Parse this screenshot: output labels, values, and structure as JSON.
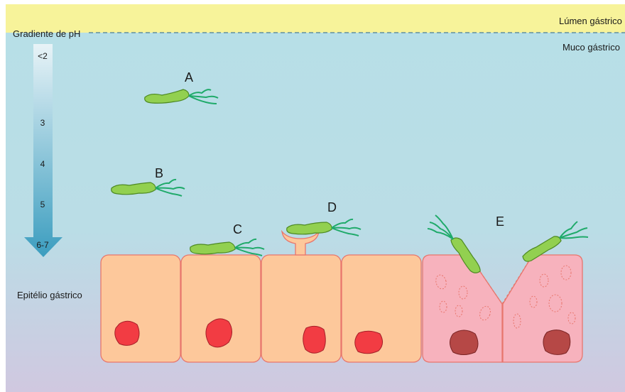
{
  "regions": {
    "lumen": "Lúmen gástrico",
    "mucus": "Muco gástrico",
    "epithelium": "Epitélio gástrico"
  },
  "ph_gradient": {
    "title": "Gradiente de pH",
    "ticks": [
      "<2",
      "3",
      "4",
      "5",
      "6-7"
    ]
  },
  "bacteria_labels": {
    "a": "A",
    "b": "B",
    "c": "C",
    "d": "D",
    "e": "E"
  },
  "colors": {
    "lumen": "#f7f39a",
    "mucus_top": "#b7dfe7",
    "mucus_bottom": "#d0c8e0",
    "arrow_top": "#e6f2f6",
    "arrow_bottom": "#3b9dbf",
    "healthy_cell": "#fdc89b",
    "healthy_cell_border": "#e8766d",
    "damaged_cell": "#f7b2bd",
    "nucleus_healthy": "#f23c43",
    "nucleus_damaged": "#b64846",
    "bacterium_body": "#92d050",
    "flagella": "#1faa6a"
  }
}
